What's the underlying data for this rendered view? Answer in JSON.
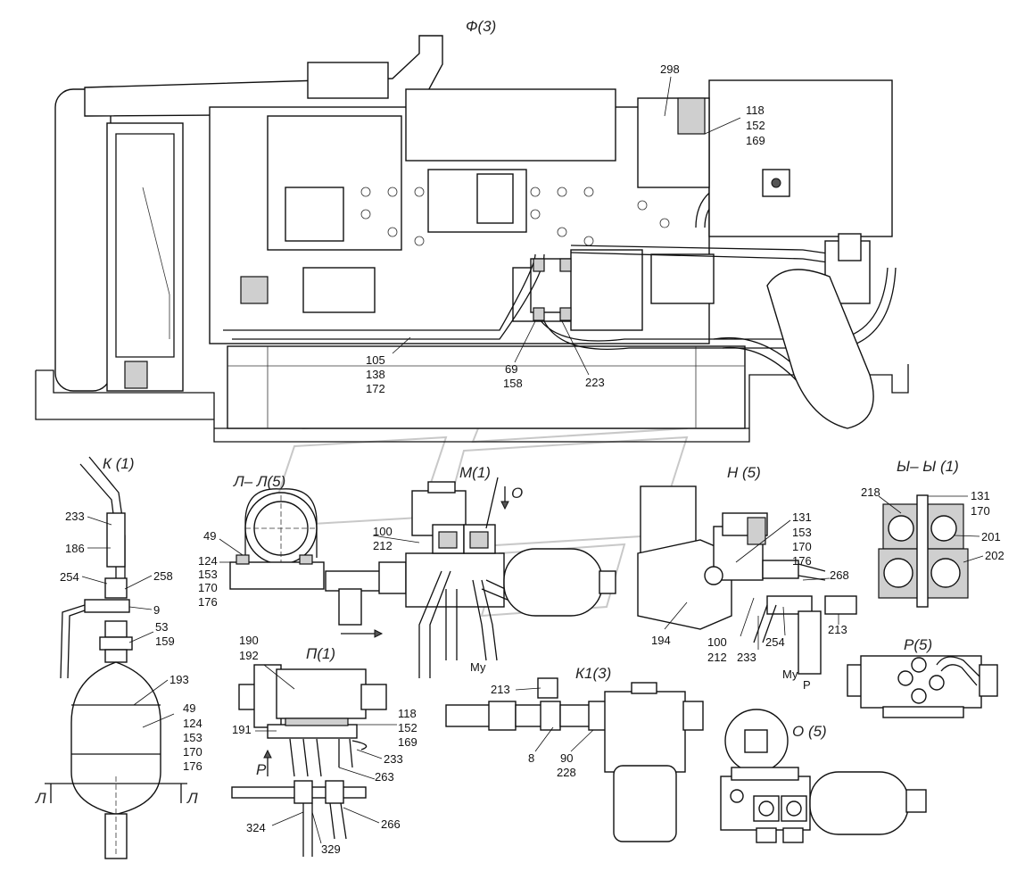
{
  "view_titles": {
    "f": "Ф(3)",
    "k": "К (1)",
    "ll": "Л– Л(5)",
    "m": "М(1)",
    "n": "Н (5)",
    "yy": "Ы– Ы (1)",
    "p": "П(1)",
    "k1": "К1(3)",
    "r": "Р(5)",
    "o": "О (5)"
  },
  "marks": {
    "section_l_left": "Л",
    "section_l_right": "Л",
    "arrow_o": "О",
    "port_p": "Р",
    "port_my": "Му",
    "port_my_2": "Му",
    "port_p_2": "Р"
  },
  "callouts": {
    "main_105": "105",
    "main_138": "138",
    "main_172": "172",
    "main_69": "69",
    "main_158": "158",
    "main_223": "223",
    "main_298": "298",
    "main_118": "118",
    "main_152": "152",
    "main_169": "169",
    "k_233": "233",
    "k_186": "186",
    "k_254": "254",
    "k_258": "258",
    "k_9": "9",
    "k_53": "53",
    "k_159": "159",
    "k_193": "193",
    "k_49": "49",
    "k_124": "124",
    "k_153": "153",
    "k_170": "170",
    "k_176": "176",
    "ll_49": "49",
    "ll_124": "124",
    "ll_153": "153",
    "ll_170": "170",
    "ll_176": "176",
    "m_100": "100",
    "m_212": "212",
    "n_131": "131",
    "n_153": "153",
    "n_170": "170",
    "n_176": "176",
    "n_268": "268",
    "n_194": "194",
    "n_100": "100",
    "n_212": "212",
    "n_233": "233",
    "n_254": "254",
    "n_213": "213",
    "yy_218": "218",
    "yy_131": "131",
    "yy_170": "170",
    "yy_201": "201",
    "yy_202": "202",
    "p_190": "190",
    "p_192": "192",
    "p_191": "191",
    "p_118": "118",
    "p_152": "152",
    "p_169": "169",
    "p_233": "233",
    "p_263": "263",
    "p_324": "324",
    "p_329": "329",
    "p_266": "266",
    "k1_213": "213",
    "k1_8": "8",
    "k1_90": "90",
    "k1_228": "228"
  },
  "icons": {
    "engine": "engine-assembly-drawing",
    "watermark": "logo-watermark"
  }
}
